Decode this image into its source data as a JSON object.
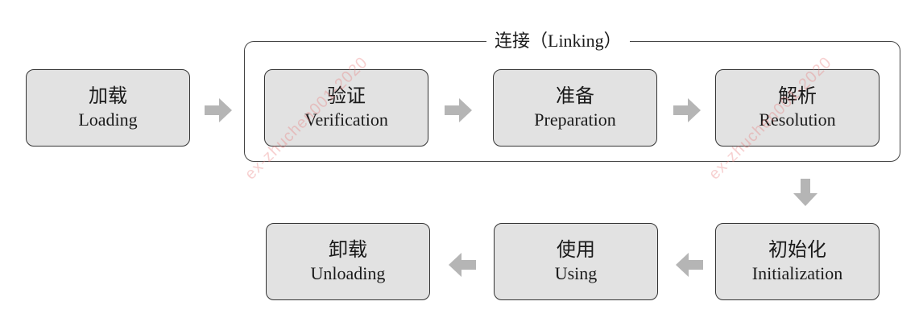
{
  "linking_group": {
    "title": "连接（Linking）"
  },
  "stages": {
    "loading": {
      "zh": "加载",
      "en": "Loading"
    },
    "verification": {
      "zh": "验证",
      "en": "Verification"
    },
    "preparation": {
      "zh": "准备",
      "en": "Preparation"
    },
    "resolution": {
      "zh": "解析",
      "en": "Resolution"
    },
    "initialization": {
      "zh": "初始化",
      "en": "Initialization"
    },
    "using": {
      "zh": "使用",
      "en": "Using"
    },
    "unloading": {
      "zh": "卸载",
      "en": "Unloading"
    }
  },
  "watermark": {
    "text": "ex-zhuchen001-2020"
  },
  "colors": {
    "box_fill": "#e2e2e2",
    "box_border": "#333333",
    "arrow": "#b5b5b5",
    "watermark": "#e87878"
  }
}
